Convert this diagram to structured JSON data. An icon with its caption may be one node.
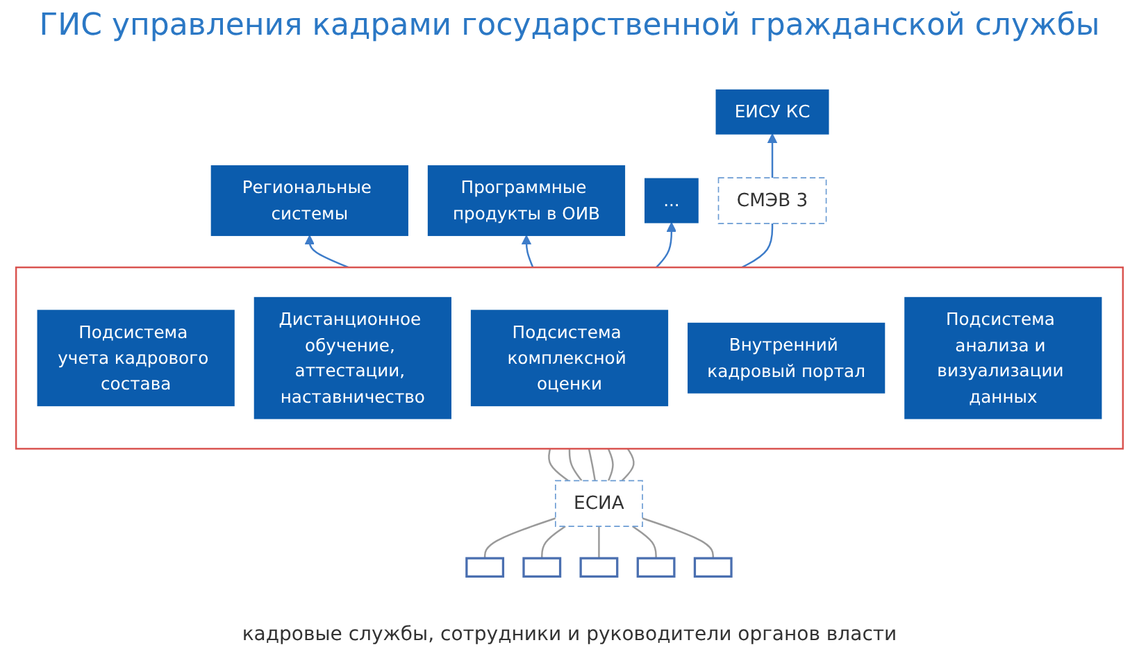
{
  "diagram": {
    "title": "ГИС управления кадрами государственной гражданской службы",
    "caption": "кадровые службы, сотрудники и руководители органов власти",
    "nodes": [
      {
        "text": [
          "ЕИСУ КС"
        ]
      },
      {
        "text": [
          "Региональные системы"
        ]
      },
      {
        "text": [
          "Программные продукты в ОИВ"
        ]
      },
      {
        "text": [
          "..."
        ]
      },
      {
        "text": [
          "СМЭВ 3"
        ]
      },
      {
        "text": [],
        "shape": "box"
      },
      {
        "text": [
          "Подсистема учета кадрового состава"
        ],
        "in": 5
      },
      {
        "text": [
          "Дистанционное обучение, аттестации, наставничество"
        ],
        "in": 5
      },
      {
        "text": [
          "Подсистема комплексной оценки"
        ],
        "in": 5
      },
      {
        "text": [
          "Внутренний кадровый портал"
        ],
        "in": 5
      },
      {
        "text": [
          "Подсистема анализа и визуализации данных"
        ],
        "in": 5
      },
      {
        "text": [
          "ЕСИА"
        ]
      },
      {
        "text": [],
        "shape": "laptop"
      },
      {
        "text": [],
        "shape": "laptop"
      },
      {
        "text": [],
        "shape": "laptop"
      },
      {
        "text": [],
        "shape": "laptop"
      },
      {
        "text": [],
        "shape": "laptop"
      }
    ],
    "edges": [
      {
        "from": 5,
        "to": 4,
        "arrow": "none",
        "color": "#3d7cc9"
      },
      {
        "from": 4,
        "to": 0,
        "arrow": "to",
        "color": "#3d7cc9"
      },
      {
        "from": 5,
        "to": 1,
        "arrow": "to",
        "color": "#3d7cc9"
      },
      {
        "from": 5,
        "to": 2,
        "arrow": "to",
        "color": "#3d7cc9"
      },
      {
        "from": 5,
        "to": 3,
        "arrow": "to",
        "color": "#3d7cc9"
      },
      {
        "from": 11,
        "to": 5,
        "arrow": "none"
      },
      {
        "from": 11,
        "to": 5,
        "arrow": "none"
      },
      {
        "from": 11,
        "to": 5,
        "arrow": "none"
      },
      {
        "from": 11,
        "to": 5,
        "arrow": "none"
      },
      {
        "from": 11,
        "to": 5,
        "arrow": "none"
      },
      {
        "from": 12,
        "to": 11,
        "arrow": "none"
      },
      {
        "from": 13,
        "to": 11,
        "arrow": "none"
      },
      {
        "from": 14,
        "to": 11,
        "arrow": "none"
      },
      {
        "from": 15,
        "to": 11,
        "arrow": "none"
      },
      {
        "from": 16,
        "to": 11,
        "arrow": "none"
      }
    ]
  }
}
